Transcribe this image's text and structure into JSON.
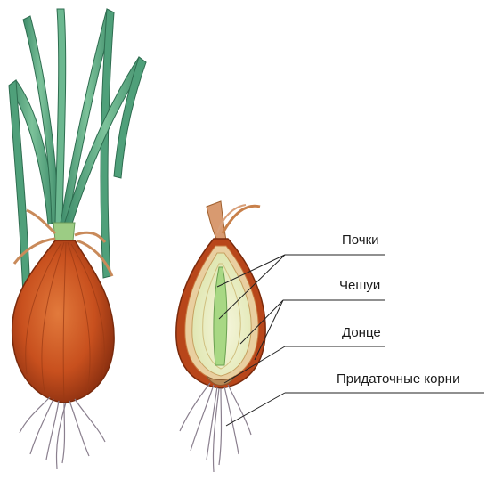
{
  "diagram": {
    "labels": {
      "buds": "Почки",
      "scales": "Чешуи",
      "base": "Донце",
      "roots": "Придаточные корни"
    },
    "colors": {
      "leaf": "#4fa07a",
      "leaf_light": "#b8d88a",
      "bulb_skin": "#c8501e",
      "bulb_dark": "#8a2f10",
      "scale_flesh": "#eef0c8",
      "bud_green": "#9fd07a",
      "roots": "#8a7f8e",
      "leader_line": "#222222"
    }
  }
}
